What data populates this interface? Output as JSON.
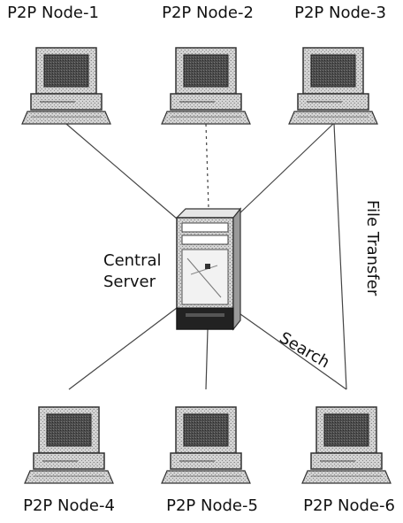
{
  "nodes": [
    {
      "label": "P2P Node-1"
    },
    {
      "label": "P2P Node-2"
    },
    {
      "label": "P2P Node-3"
    },
    {
      "label": "P2P Node-4"
    },
    {
      "label": "P2P Node-5"
    },
    {
      "label": "P2P Node-6"
    }
  ],
  "server": {
    "line1": "Central",
    "line2": "Server"
  },
  "edges": {
    "search_label": "Search",
    "file_transfer_label": "File Transfer"
  },
  "colors": {
    "line": "#444444",
    "screen": "#555555",
    "case": "#cfcfcf"
  }
}
